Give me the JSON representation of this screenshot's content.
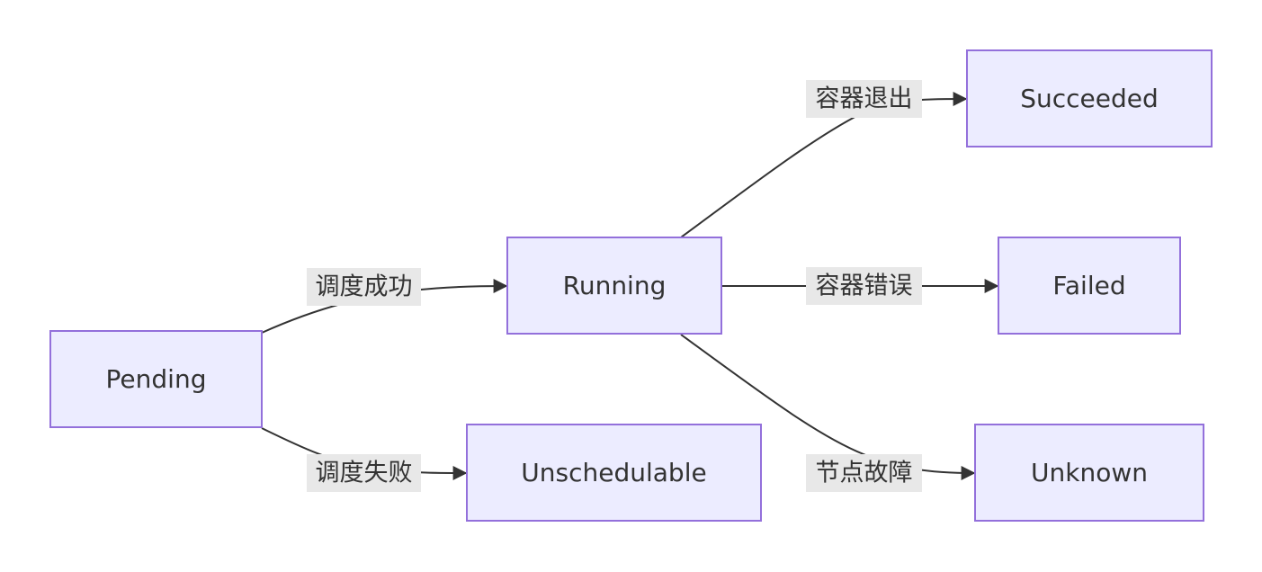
{
  "nodes": {
    "pending": "Pending",
    "running": "Running",
    "unschedulable": "Unschedulable",
    "succeeded": "Succeeded",
    "failed": "Failed",
    "unknown": "Unknown"
  },
  "edges": {
    "pending_running": "调度成功",
    "pending_unschedulable": "调度失败",
    "running_succeeded": "容器退出",
    "running_failed": "容器错误",
    "running_unknown": "节点故障"
  },
  "colors": {
    "node_fill": "#ECECFF",
    "node_stroke": "#9370DB",
    "edge": "#333333",
    "label_bg": "#e8e8e8",
    "text": "#333333"
  }
}
